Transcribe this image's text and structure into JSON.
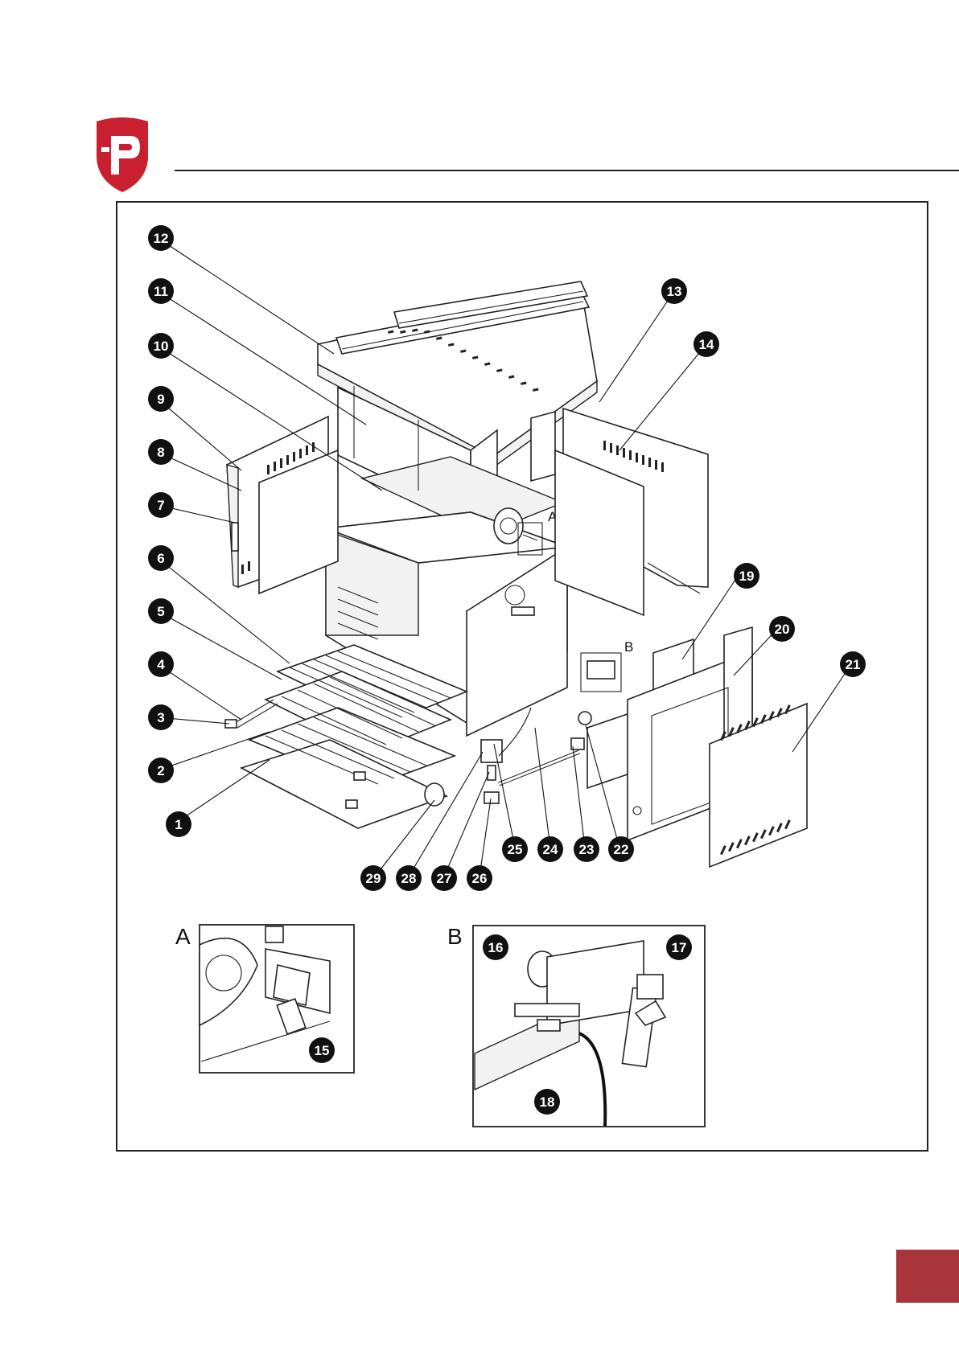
{
  "brand": {
    "accent_color": "#c8202f",
    "badge_color": "#a8353b",
    "logo_icon": "shield-p-logo-icon"
  },
  "callouts": [
    "1",
    "2",
    "3",
    "4",
    "5",
    "6",
    "7",
    "8",
    "9",
    "10",
    "11",
    "12",
    "13",
    "14",
    "15",
    "16",
    "17",
    "18",
    "19",
    "20",
    "21",
    "22",
    "23",
    "24",
    "25",
    "26",
    "27",
    "28",
    "29"
  ],
  "detail_markers": {
    "a": "A",
    "b": "B"
  },
  "insets": {
    "a": {
      "label": "A",
      "callouts": [
        "15"
      ]
    },
    "b": {
      "label": "B",
      "callouts": [
        "16",
        "17",
        "18"
      ]
    }
  }
}
